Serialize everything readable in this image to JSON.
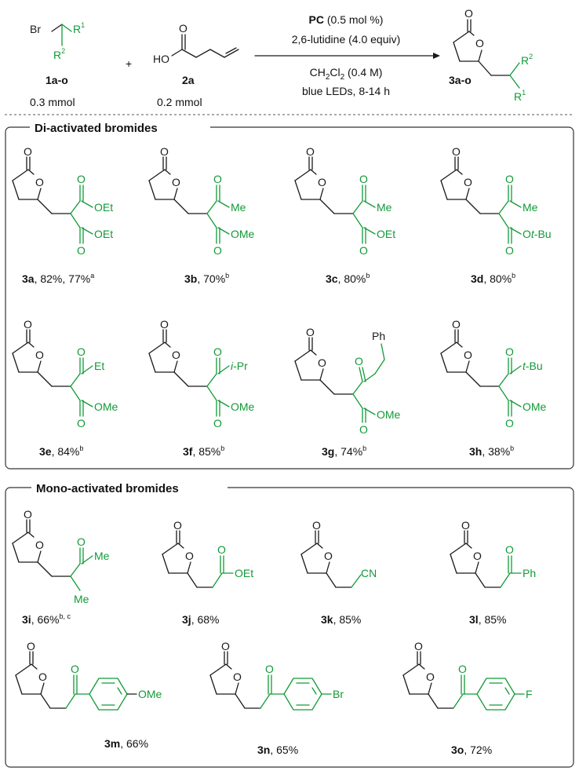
{
  "reaction": {
    "reactant1": {
      "atoms": [
        "Br",
        "R",
        "1",
        "R",
        "2"
      ],
      "id": "1a-o",
      "amount": "0.3 mmol"
    },
    "plus": "+",
    "reactant2": {
      "atoms": [
        "O",
        "HO"
      ],
      "id": "2a",
      "amount": "0.2 mmol"
    },
    "conditions": {
      "catalyst": "PC",
      "catalyst_loading": " (0.5 mol %)",
      "base": "2,6-lutidine (4.0 equiv)",
      "solvent": [
        "CH",
        "2",
        "Cl",
        "2",
        " (0.4 M)"
      ],
      "light": "blue LEDs, 8-14 h"
    },
    "product": {
      "atoms": [
        "O",
        "O",
        "R",
        "2",
        "R",
        "1"
      ],
      "id": "3a-o"
    }
  },
  "sections": [
    {
      "title": "Di-activated bromides"
    },
    {
      "title": "Mono-activated bromides"
    }
  ],
  "products": [
    {
      "id": "3a",
      "yield": ", 82%, 77%",
      "note": "a",
      "groups": [
        "OEt",
        "OEt"
      ]
    },
    {
      "id": "3b",
      "yield": ", 70%",
      "note": "b",
      "groups": [
        "Me",
        "OMe"
      ]
    },
    {
      "id": "3c",
      "yield": ", 80%",
      "note": "b",
      "groups": [
        "Me",
        "OEt"
      ]
    },
    {
      "id": "3d",
      "yield": ", 80%",
      "note": "b",
      "groups": [
        "Me",
        "O",
        "t",
        "-Bu"
      ]
    },
    {
      "id": "3e",
      "yield": ", 84%",
      "note": "b",
      "groups": [
        "Et",
        "OMe"
      ]
    },
    {
      "id": "3f",
      "yield": ", 85%",
      "note": "b",
      "groups": [
        "i",
        "-Pr",
        "OMe"
      ]
    },
    {
      "id": "3g",
      "yield": ", 74%",
      "note": "b",
      "groups": [
        "Ph",
        "OMe"
      ]
    },
    {
      "id": "3h",
      "yield": ", 38%",
      "note": "b",
      "groups": [
        "t",
        "-Bu",
        "OMe"
      ]
    },
    {
      "id": "3i",
      "yield": ", 66%",
      "note": "b, c",
      "groups": [
        "Me",
        "Me"
      ]
    },
    {
      "id": "3j",
      "yield": ", 68%",
      "note": "",
      "groups": [
        "OEt"
      ]
    },
    {
      "id": "3k",
      "yield": ", 85%",
      "note": "",
      "groups": [
        "CN"
      ]
    },
    {
      "id": "3l",
      "yield": ", 85%",
      "note": "",
      "groups": [
        "Ph"
      ]
    },
    {
      "id": "3m",
      "yield": ", 66%",
      "note": "",
      "groups": [
        "OMe"
      ]
    },
    {
      "id": "3n",
      "yield": ", 65%",
      "note": "",
      "groups": [
        "Br"
      ]
    },
    {
      "id": "3o",
      "yield": ", 72%",
      "note": "",
      "groups": [
        "F"
      ]
    }
  ],
  "atoms": {
    "carbonyl_o": "O",
    "ring_o": "O"
  },
  "colors": {
    "ink": "#1a1a1a",
    "reacting_fragment": "#129a37",
    "frame": "#333333"
  }
}
